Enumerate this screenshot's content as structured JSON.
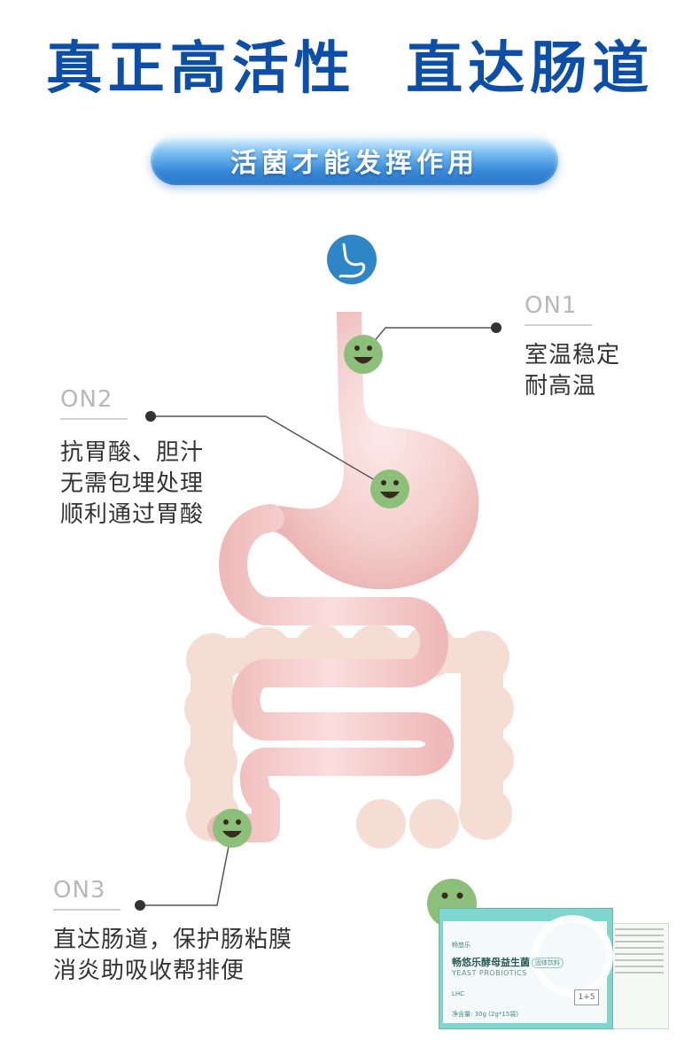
{
  "header": {
    "title": "真正高活性  直达肠道",
    "subtitle": "活菌才能发挥作用"
  },
  "points": [
    {
      "id": "ON1",
      "label": "ON1",
      "lines": [
        "室温稳定",
        "耐高温"
      ]
    },
    {
      "id": "ON2",
      "label": "ON2",
      "lines": [
        "抗胃酸、胆汁",
        "无需包埋处理",
        "顺利通过胃酸"
      ]
    },
    {
      "id": "ON3",
      "label": "ON3",
      "lines": [
        "直达肠道，保护肠粘膜",
        "消炎助吸收帮排便"
      ]
    }
  ],
  "product": {
    "brand": "畅悠乐",
    "name": "畅悠乐酵母益生菌",
    "tag": "固体饮料",
    "subtitle": "YEAST PROBIOTICS",
    "badge": "1+5",
    "lhc": "LHC",
    "weight": "净含量: 30g (2g*15袋)"
  },
  "colors": {
    "title_blue": "#0d4ea8",
    "pill_blue": "#3a8bda",
    "stomach_pink": "#f2c4c3",
    "colon_peach": "#f6ddd3",
    "mascot_green": "#8cbf7a",
    "product_teal": "#7fd6cf"
  },
  "icons": {
    "stomach": "stomach-icon",
    "mascot": "smiley-bacteria-icon"
  }
}
